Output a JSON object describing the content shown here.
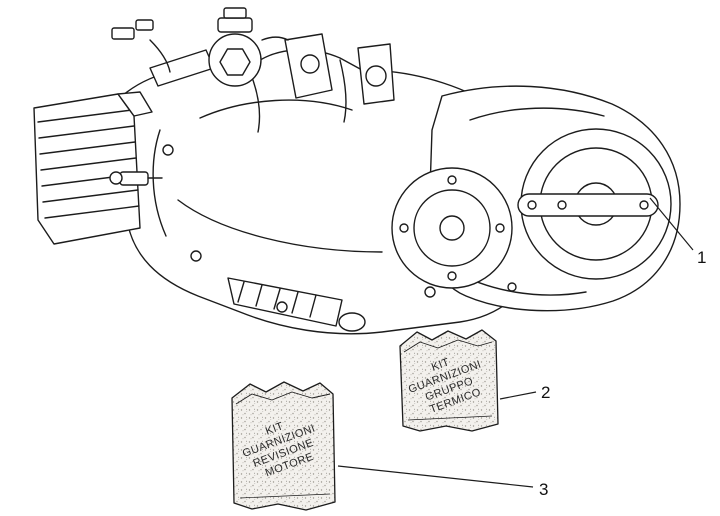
{
  "figure": {
    "description": "Engine assembly exploded parts diagram",
    "background_color": "#ffffff",
    "line_color": "#1c1c1c"
  },
  "callouts": [
    {
      "number": "1",
      "target": "complete-engine-assembly"
    },
    {
      "number": "2",
      "target": "gasket-kit-thermal-group"
    },
    {
      "number": "3",
      "target": "gasket-kit-engine-overhaul"
    }
  ],
  "bags": [
    {
      "id": "thermal-group-kit-bag",
      "lines": [
        "KIT",
        "GUARNIZIONI",
        "GRUPPO",
        "TERMICO"
      ],
      "callout": "2"
    },
    {
      "id": "engine-overhaul-kit-bag",
      "lines": [
        "KIT",
        "GUARNIZIONI",
        "REVISIONE",
        "MOTORE"
      ],
      "callout": "3"
    }
  ]
}
